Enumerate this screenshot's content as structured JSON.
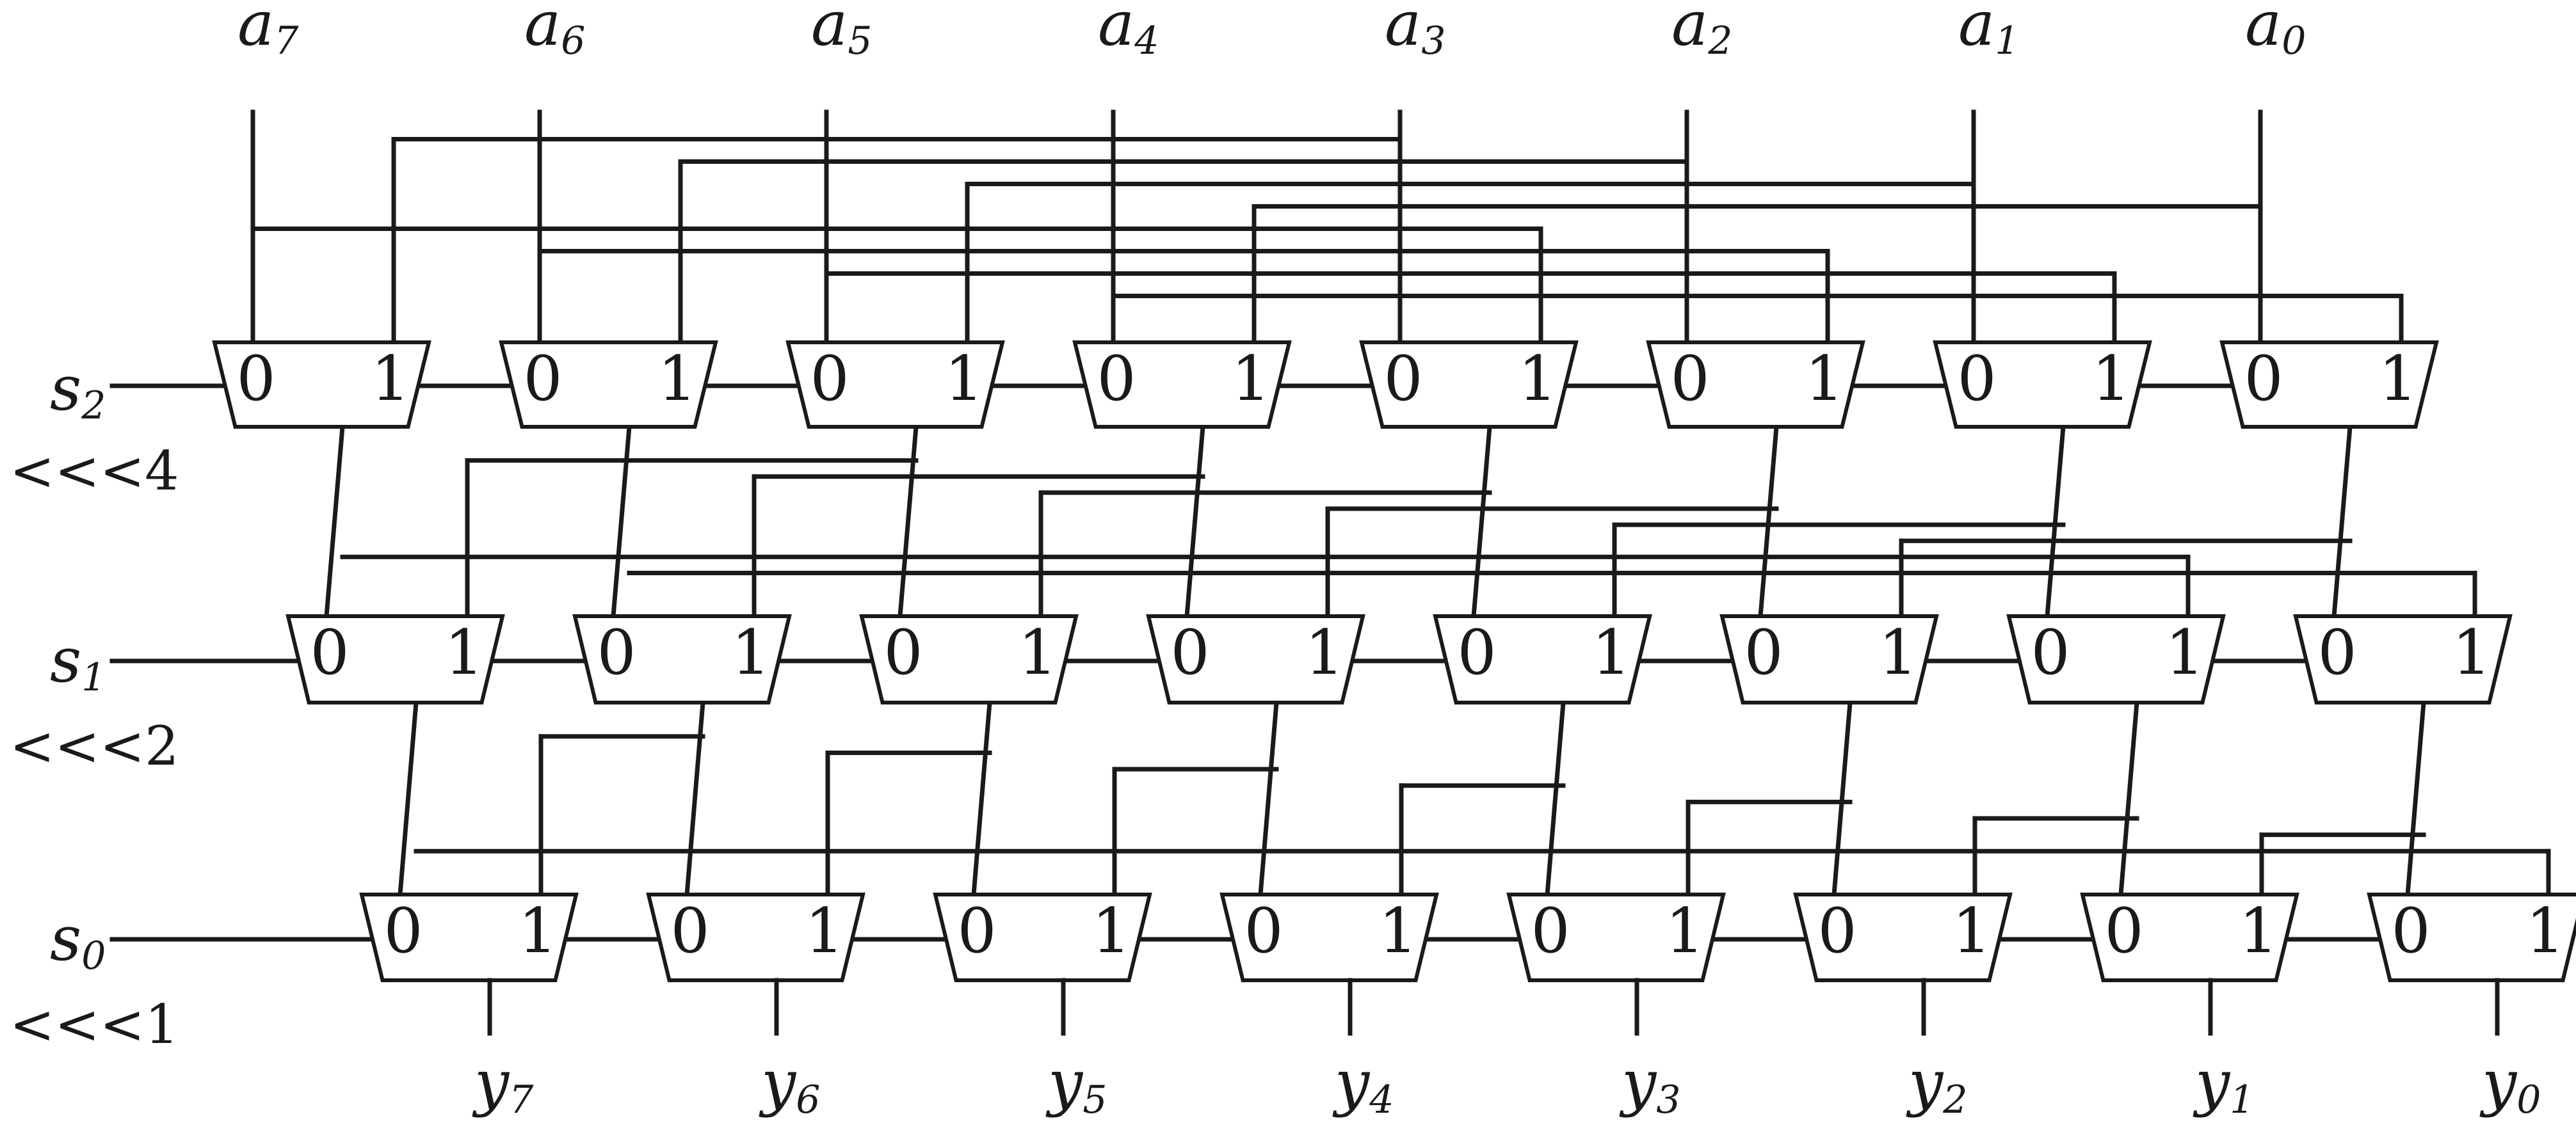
{
  "inputs": [
    {
      "name": "a",
      "sub": "7"
    },
    {
      "name": "a",
      "sub": "6"
    },
    {
      "name": "a",
      "sub": "5"
    },
    {
      "name": "a",
      "sub": "4"
    },
    {
      "name": "a",
      "sub": "3"
    },
    {
      "name": "a",
      "sub": "2"
    },
    {
      "name": "a",
      "sub": "1"
    },
    {
      "name": "a",
      "sub": "0"
    }
  ],
  "outputs": [
    {
      "name": "y",
      "sub": "7"
    },
    {
      "name": "y",
      "sub": "6"
    },
    {
      "name": "y",
      "sub": "5"
    },
    {
      "name": "y",
      "sub": "4"
    },
    {
      "name": "y",
      "sub": "3"
    },
    {
      "name": "y",
      "sub": "2"
    },
    {
      "name": "y",
      "sub": "1"
    },
    {
      "name": "y",
      "sub": "0"
    }
  ],
  "stages": [
    {
      "select": {
        "name": "s",
        "sub": "2"
      },
      "shift_label": "<<<4",
      "shift": 4
    },
    {
      "select": {
        "name": "s",
        "sub": "1"
      },
      "shift_label": "<<<2",
      "shift": 2
    },
    {
      "select": {
        "name": "s",
        "sub": "0"
      },
      "shift_label": "<<<1",
      "shift": 1
    }
  ],
  "mux_input_labels": [
    "0",
    "1"
  ],
  "colors": {
    "line": "#1a1a1a",
    "background": "#ffffff"
  }
}
